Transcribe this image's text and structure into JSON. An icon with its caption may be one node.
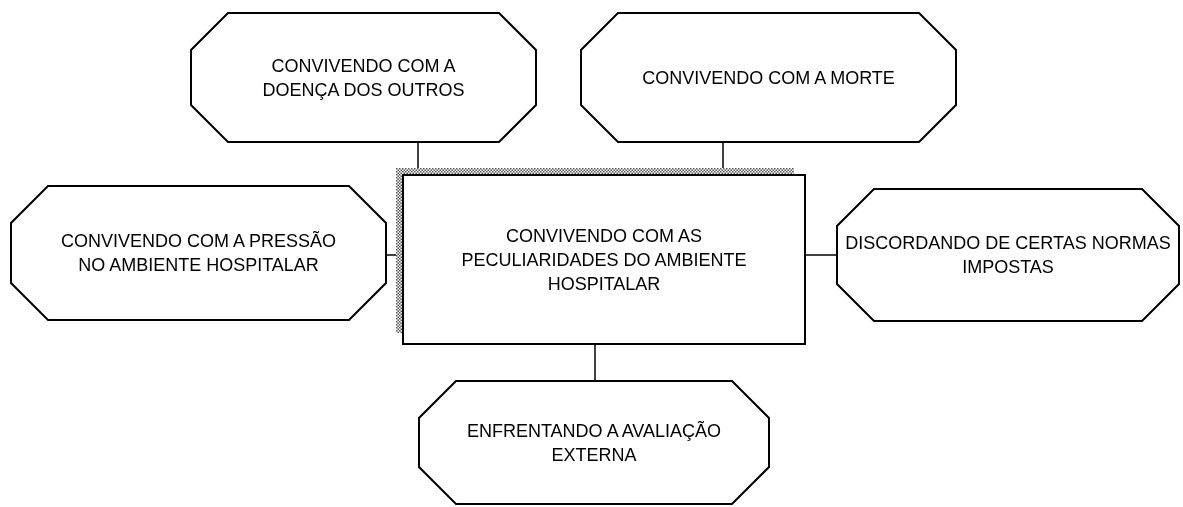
{
  "diagram": {
    "nodes": [
      {
        "text": [
          "CONVIVENDO COM A DOENÇA DOS OUTROS"
        ]
      },
      {
        "text": [
          "CONVIVENDO COM A MORTE"
        ]
      },
      {
        "text": [
          "CONVIVENDO COM A PRESSÃO NO AMBIENTE HOSPITALAR"
        ]
      },
      {
        "text": [
          "CONVIVENDO COM AS PECULIARIDADES DO AMBIENTE HOSPITALAR"
        ]
      },
      {
        "text": [
          "DISCORDANDO DE CERTAS NORMAS IMPOSTAS"
        ]
      },
      {
        "text": [
          "ENFRENTANDO A AVALIAÇÃO EXTERNA"
        ]
      }
    ],
    "edges": [
      {
        "from": 3,
        "to": 0,
        "arrow": "none"
      },
      {
        "from": 3,
        "to": 1,
        "arrow": "none"
      },
      {
        "from": 3,
        "to": 2,
        "arrow": "none"
      },
      {
        "from": 3,
        "to": 4,
        "arrow": "none"
      },
      {
        "from": 3,
        "to": 5,
        "arrow": "none"
      }
    ]
  }
}
